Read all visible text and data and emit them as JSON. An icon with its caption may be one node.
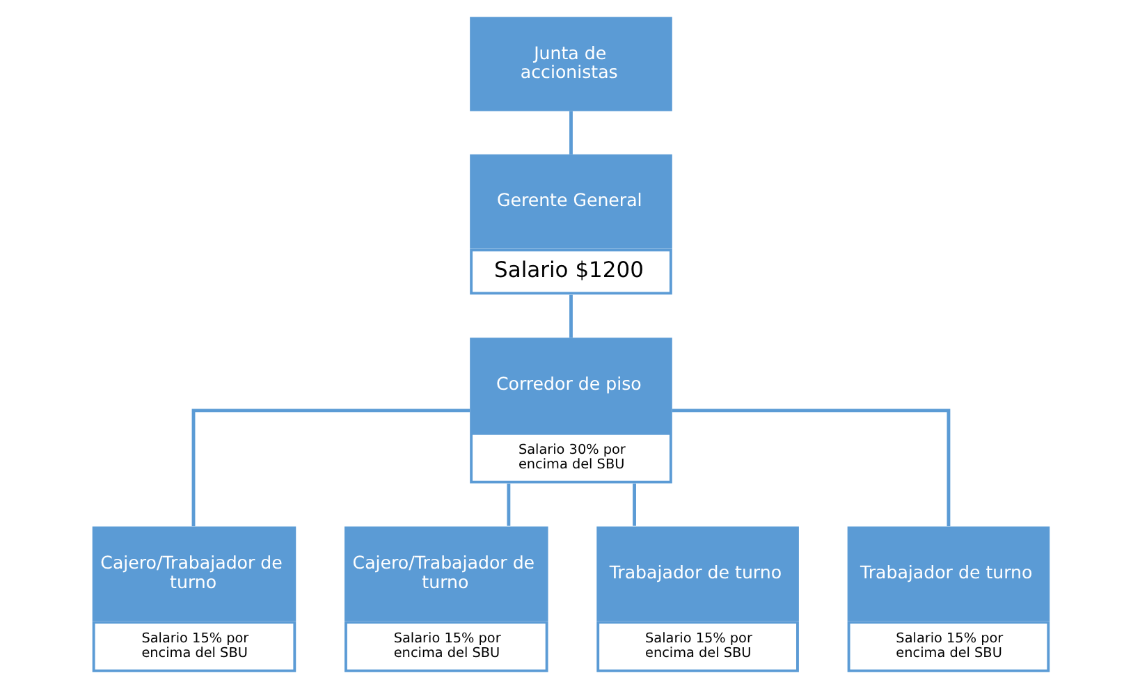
{
  "diagram": {
    "nodes": [
      {
        "text": [
          "Junta de  accionistas"
        ]
      },
      {
        "text": [
          "Gerente General",
          "Salario $1200"
        ]
      },
      {
        "text": [
          "Corredor de piso",
          "Salario 30% por encima del SBU"
        ]
      },
      {
        "text": [
          "Cajero/Trabajador de turno",
          "Salario 15% por encima del SBU"
        ]
      },
      {
        "text": [
          "Cajero/Trabajador de turno",
          "Salario 15% por encima del SBU"
        ]
      },
      {
        "text": [
          "Trabajador de turno",
          "Salario 15% por encima del SBU"
        ]
      },
      {
        "text": [
          "Trabajador de turno",
          "Salario 15% por encima del SBU"
        ]
      }
    ],
    "edges": [
      {
        "from": 0,
        "to": 1,
        "arrow": "none"
      },
      {
        "from": 1,
        "to": 2,
        "arrow": "none"
      },
      {
        "from": 2,
        "to": 3,
        "arrow": "none"
      },
      {
        "from": 2,
        "to": 4,
        "arrow": "none"
      },
      {
        "from": 2,
        "to": 5,
        "arrow": "none"
      },
      {
        "from": 2,
        "to": 6,
        "arrow": "none"
      }
    ]
  }
}
